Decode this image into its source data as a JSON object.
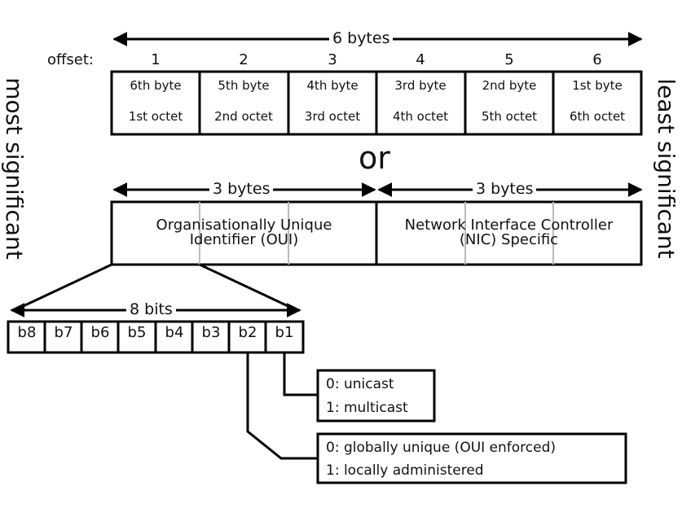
{
  "top_span": {
    "label": "6 bytes"
  },
  "offset": {
    "label": "offset:",
    "numbers": [
      "1",
      "2",
      "3",
      "4",
      "5",
      "6"
    ]
  },
  "bytes": [
    {
      "byte": "6th byte",
      "octet": "1st octet"
    },
    {
      "byte": "5th byte",
      "octet": "2nd octet"
    },
    {
      "byte": "4th byte",
      "octet": "3rd octet"
    },
    {
      "byte": "3rd byte",
      "octet": "4th octet"
    },
    {
      "byte": "2nd byte",
      "octet": "5th octet"
    },
    {
      "byte": "1st byte",
      "octet": "6th octet"
    }
  ],
  "or_label": "or",
  "side_labels": {
    "left": "most significant",
    "right": "least significant"
  },
  "halves": {
    "left": {
      "span": "3 bytes",
      "line1": "Organisationally Unique",
      "line2": "Identifier (OUI)"
    },
    "right": {
      "span": "3 bytes",
      "line1": "Network Interface Controller",
      "line2": "(NIC) Specific"
    }
  },
  "bits_span": {
    "label": "8 bits"
  },
  "bits": [
    "b8",
    "b7",
    "b6",
    "b5",
    "b4",
    "b3",
    "b2",
    "b1"
  ],
  "b1_box": {
    "line1": "0: unicast",
    "line2": "1: multicast"
  },
  "b2_box": {
    "line1": "0: globally unique (OUI enforced)",
    "line2": "1: locally administered"
  }
}
